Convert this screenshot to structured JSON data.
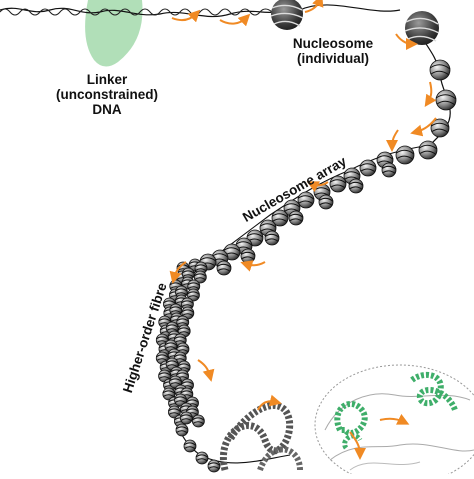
{
  "labels": {
    "linker": [
      "Linker",
      "(unconstrained)",
      "DNA"
    ],
    "nucleosome": [
      "Nucleosome",
      "(individual)"
    ],
    "array": "Nucleosome array",
    "fibre": "Higher-order fibre"
  },
  "colors": {
    "linker_blob": "#a9dcb0",
    "arrow": "#f08a24",
    "nucleosome_dark": "#1a1a1a",
    "nucleosome_light": "#f2f2f2",
    "dna": "#111111",
    "loop_green": "#3fae6a"
  }
}
